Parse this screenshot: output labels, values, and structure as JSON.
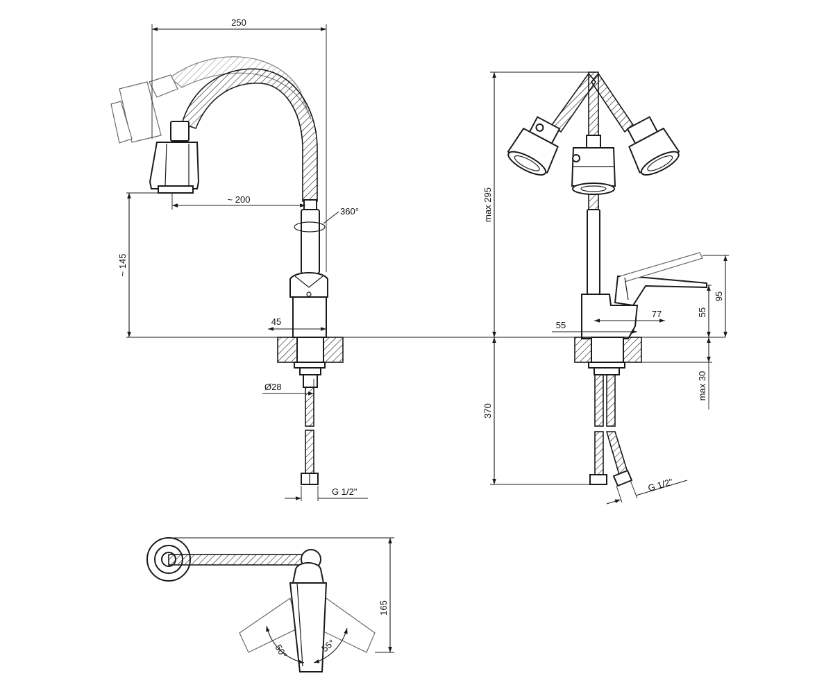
{
  "colors": {
    "ink": "#1a1a1a",
    "ghost": "#6a6a6a",
    "background": "#ffffff"
  },
  "front_view": {
    "width_label": "250",
    "reach_label": "~ 200",
    "swivel_label": "360°",
    "height_label": "~ 145",
    "body_width_label": "45",
    "shank_dia_label": "Ø28",
    "thread_label": "G 1/2\""
  },
  "side_view": {
    "max_height_label": "max 295",
    "lever_height_label": "95",
    "body_height_label": "55",
    "lever_reach_label": "77",
    "base_label": "55",
    "max_thickness_label": "max 30",
    "hose_length_label": "370",
    "thread_label": "G 1/2\""
  },
  "top_view": {
    "depth_label": "165",
    "left_angle_label": "50°",
    "right_angle_label": "55°"
  }
}
